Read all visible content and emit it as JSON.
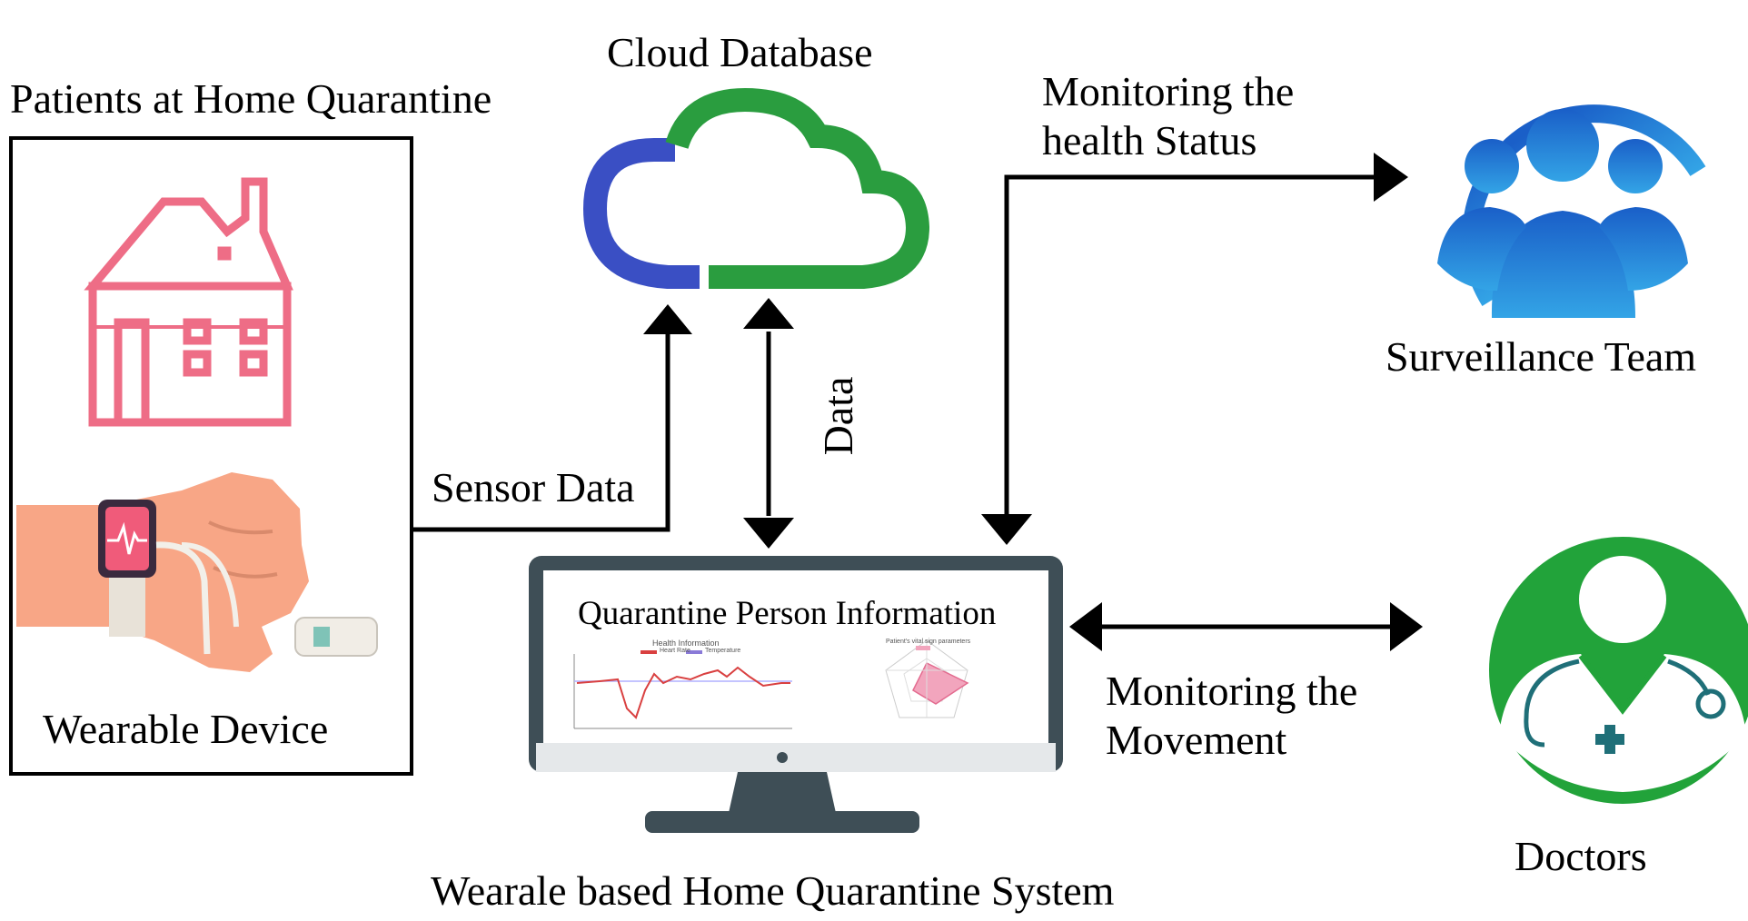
{
  "diagram": {
    "title": "Wearale based Home Quarantine System",
    "nodes": {
      "patients": {
        "title": "Patients at Home Quarantine",
        "device_label": "Wearable Device",
        "icons": [
          "house-icon",
          "smartwatch-on-wrist-icon",
          "pulse-oximeter-icon"
        ]
      },
      "cloud": {
        "title": "Cloud Database",
        "icon": "cloud-icon",
        "colors": {
          "left": "#3a4fc4",
          "right": "#2a9d3f"
        }
      },
      "monitor": {
        "screen_title": "Quarantine Person Information",
        "chart_1_title": "Health Information",
        "chart_1_legend": [
          "Heart Rate",
          "Temperature"
        ],
        "chart_2_title": "Patient's vital sign parameters",
        "icon": "computer-monitor-icon"
      },
      "surveillance": {
        "title": "Surveillance Team",
        "icon": "team-group-icon",
        "color": "#1e7ad0"
      },
      "doctors": {
        "title": "Doctors",
        "icon": "doctor-icon",
        "color": "#22a33a"
      }
    },
    "edges": {
      "sensor_data": "Sensor Data",
      "data": "Data",
      "monitoring_health": "Monitoring the health Status",
      "monitoring_movement": "Monitoring the Movement"
    }
  }
}
